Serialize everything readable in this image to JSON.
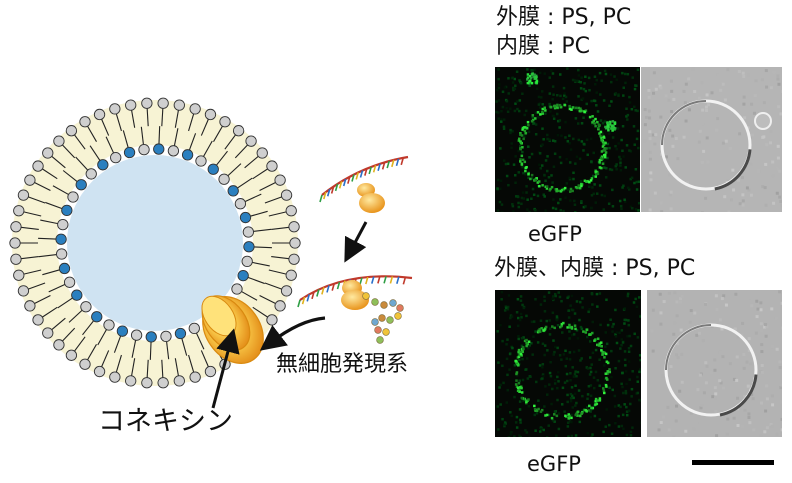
{
  "labels": {
    "connexin": "コネキシン",
    "cell_free_system": "無細胞発現系",
    "row1_line1": "外膜 : PS, PC",
    "row1_line2": "内膜 : PC",
    "row1_channel": "eGFP",
    "row2_title": "外膜、内膜 : PS, PC",
    "row2_channel": "eGFP"
  },
  "colors": {
    "lumen": "#cfe3f2",
    "tail_region": "#f7f3d4",
    "outer_head": "#cfcfcf",
    "inner_head_blue": "#2b7fbf",
    "protein": "#f2b233",
    "fluorescence": "#2fd24a",
    "scale_bar": "#000000"
  }
}
